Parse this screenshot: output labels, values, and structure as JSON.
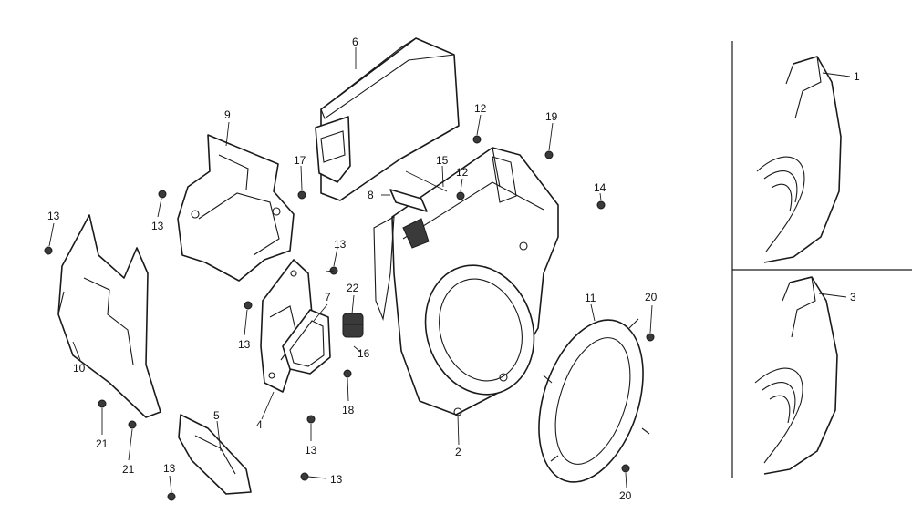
{
  "callouts": [
    {
      "id": "c1",
      "text": "1"
    },
    {
      "id": "c2",
      "text": "2"
    },
    {
      "id": "c3",
      "text": "3"
    },
    {
      "id": "c4",
      "text": "4"
    },
    {
      "id": "c5",
      "text": "5"
    },
    {
      "id": "c6",
      "text": "6"
    },
    {
      "id": "c7",
      "text": "7"
    },
    {
      "id": "c8",
      "text": "8"
    },
    {
      "id": "c9",
      "text": "9"
    },
    {
      "id": "c10",
      "text": "10"
    },
    {
      "id": "c11",
      "text": "11"
    },
    {
      "id": "c12a",
      "text": "12"
    },
    {
      "id": "c12b",
      "text": "12"
    },
    {
      "id": "c13a",
      "text": "13"
    },
    {
      "id": "c13b",
      "text": "13"
    },
    {
      "id": "c13c",
      "text": "13"
    },
    {
      "id": "c13d",
      "text": "13"
    },
    {
      "id": "c13e",
      "text": "13"
    },
    {
      "id": "c13f",
      "text": "13"
    },
    {
      "id": "c13g",
      "text": "13"
    },
    {
      "id": "c14",
      "text": "14"
    },
    {
      "id": "c15",
      "text": "15"
    },
    {
      "id": "c16",
      "text": "16"
    },
    {
      "id": "c17",
      "text": "17"
    },
    {
      "id": "c18",
      "text": "18"
    },
    {
      "id": "c19",
      "text": "19"
    },
    {
      "id": "c20a",
      "text": "20"
    },
    {
      "id": "c20b",
      "text": "20"
    },
    {
      "id": "c21a",
      "text": "21"
    },
    {
      "id": "c21b",
      "text": "21"
    },
    {
      "id": "c22",
      "text": "22"
    }
  ]
}
